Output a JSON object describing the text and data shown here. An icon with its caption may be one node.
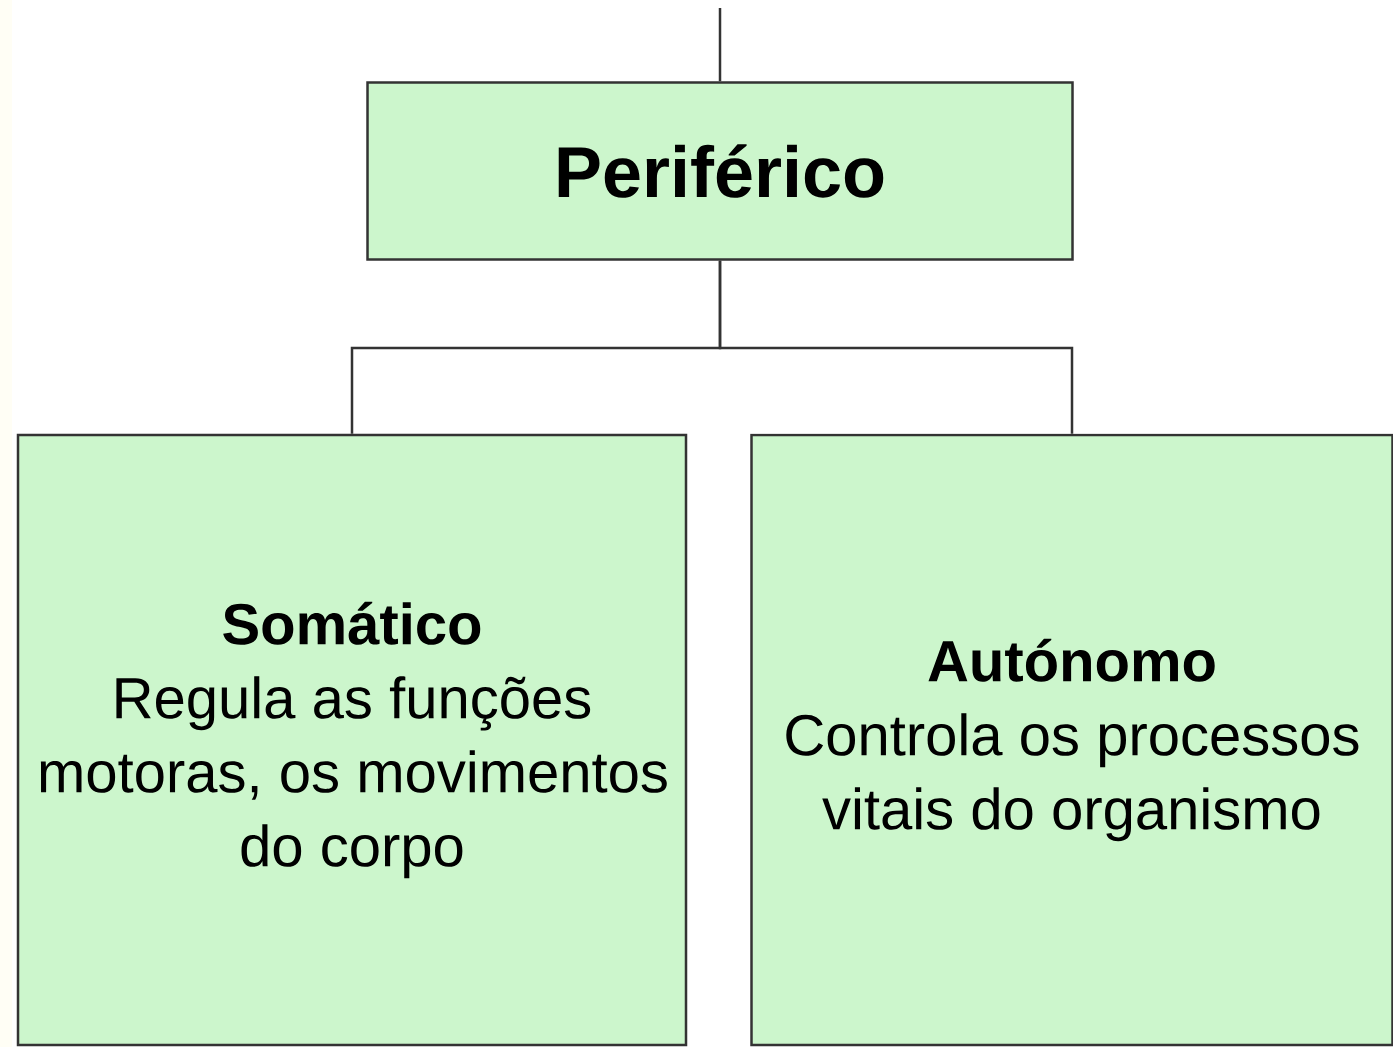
{
  "diagram": {
    "nodes": [
      {
        "text": [
          "Periférico"
        ]
      },
      {
        "text": [
          "Somático",
          "Regula as funções motoras, os movimentos do corpo"
        ]
      },
      {
        "text": [
          "Autónomo",
          "Controla os processos vitais do organismo"
        ]
      }
    ],
    "edges": [
      {
        "from": null,
        "to": 0,
        "arrow": "none"
      },
      {
        "from": 0,
        "to": 1,
        "arrow": "none"
      },
      {
        "from": 0,
        "to": 2,
        "arrow": "none"
      }
    ]
  }
}
